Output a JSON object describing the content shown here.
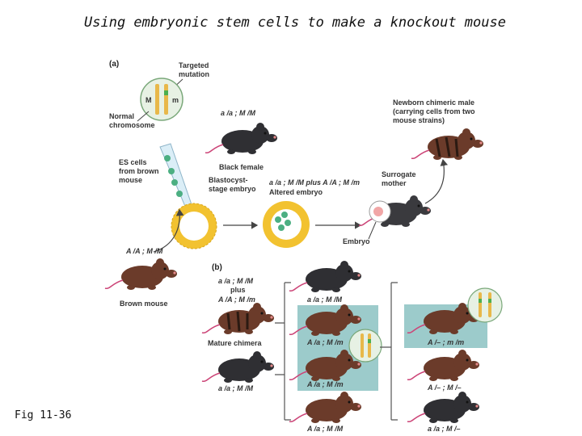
{
  "title": "Using embryonic stem cells to make a knockout mouse",
  "fig_ref": "Fig 11-36",
  "panel_a": {
    "label": "(a)",
    "targeted_mutation": [
      "Targeted",
      "mutation"
    ],
    "normal_chromosome": [
      "Normal",
      "chromosome"
    ],
    "chrom_m_upper": "M",
    "chrom_m_lower": "m",
    "es_cells": [
      "ES cells",
      "from brown",
      "mouse"
    ],
    "black_female_genotype": "a /a ; M /M",
    "black_female": "Black female",
    "blastocyst": [
      "Blastocyst-",
      "stage embryo"
    ],
    "altered_genotype": "a /a ; M /M plus A /A ; M /m",
    "altered_embryo": "Altered embryo",
    "surrogate": [
      "Surrogate",
      "mother"
    ],
    "embryo": "Embryo",
    "newborn": [
      "Newborn chimeric male",
      "(carrying cells from two",
      "mouse strains)"
    ],
    "brown_genotype": "A /A ; M /M",
    "brown_mouse": "Brown mouse"
  },
  "panel_b": {
    "label": "(b)",
    "chimera_genotype": [
      "a /a ; M /M",
      "plus",
      "A /A ; M /m"
    ],
    "mature_chimera": "Mature chimera",
    "mate_genotype": "a /a ; M /M",
    "offspring": [
      "a /a ; M /M",
      "A /a ; M /m",
      "A /a ; M /m",
      "A /a ; M /M"
    ],
    "f2": [
      "A /– ; m /m",
      "A /– ; M /–",
      "a /a ; M /–"
    ]
  },
  "colors": {
    "brown_mouse": "#6b3b2a",
    "black_mouse": "#2f2f33",
    "teal_highlight": "#9ccbcb",
    "blastocyst": "#f2c230",
    "es_cell": "#4caf82",
    "chromosome_marker": "#4caf50"
  }
}
